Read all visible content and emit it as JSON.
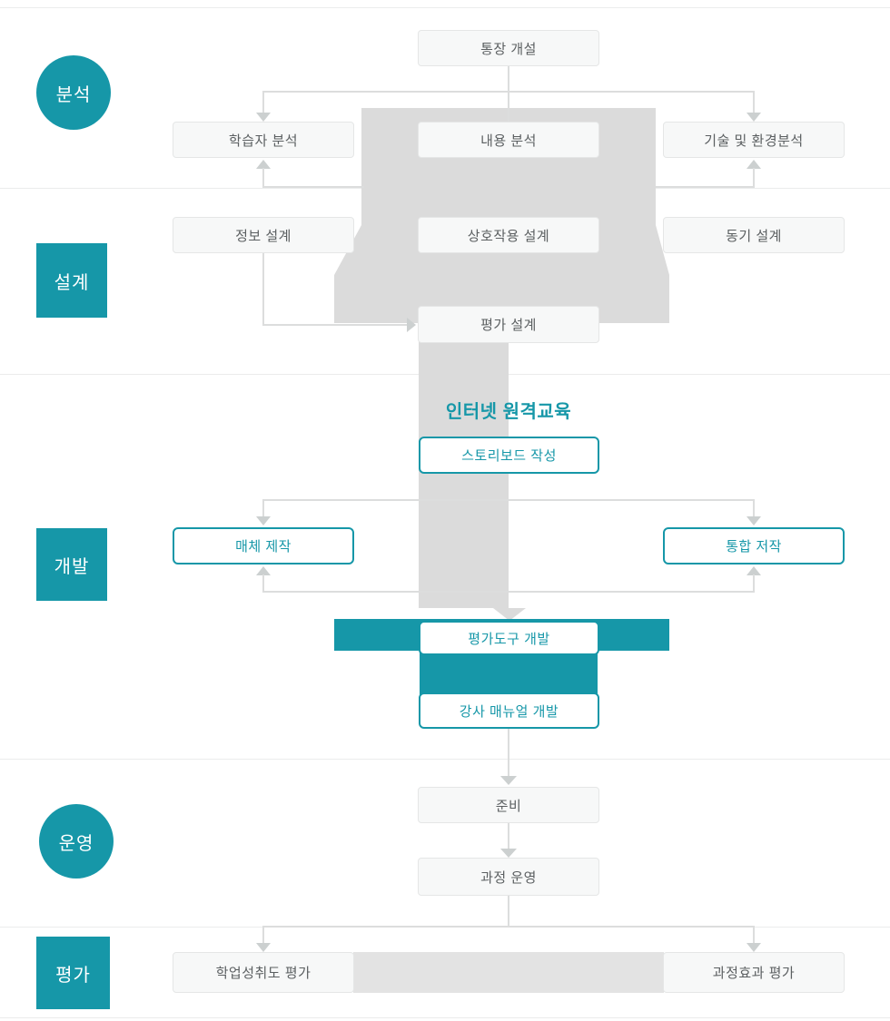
{
  "palette": {
    "teal": "#1697a8",
    "flow_gray": "#dbdbdb",
    "connector_gray": "#dcdddd",
    "box_bg": "#f7f8f8",
    "box_border": "#e5e6e6",
    "eval_band_gray": "#e3e3e3"
  },
  "stages": [
    {
      "id": "analysis",
      "label": "분석",
      "shape": "circle"
    },
    {
      "id": "design",
      "label": "설계",
      "shape": "square"
    },
    {
      "id": "development",
      "label": "개발",
      "shape": "square"
    },
    {
      "id": "operation",
      "label": "운영",
      "shape": "circle"
    },
    {
      "id": "evaluation",
      "label": "평가",
      "shape": "square"
    }
  ],
  "nodes": {
    "account_opening": "통장 개설",
    "learner_analysis": "학습자 분석",
    "content_analysis": "내용 분석",
    "tech_env_analysis": "기술 및 환경분석",
    "info_design": "정보 설계",
    "interaction_design": "상호작용 설계",
    "motivation_design": "동기 설계",
    "evaluation_design": "평가 설계",
    "center_title": "인터넷 원격교육",
    "storyboard": "스토리보드 작성",
    "media_production": "매체 제작",
    "integrated_authoring": "통합 저작",
    "eval_tool_dev": "평가도구 개발",
    "instructor_manual_dev": "강사 매뉴얼 개발",
    "preparation": "준비",
    "course_operation": "과정 운영",
    "achievement_eval": "학업성취도 평가",
    "course_effect_eval": "과정효과 평가"
  }
}
